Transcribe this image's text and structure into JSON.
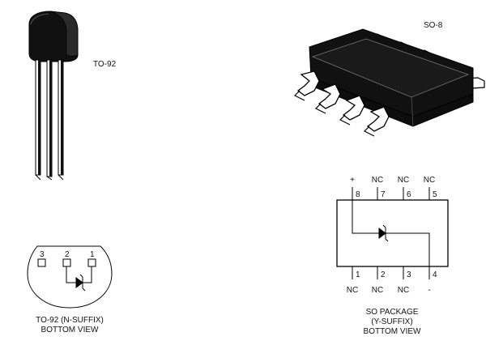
{
  "to92": {
    "label": "TO-92",
    "bottom_view_pins": [
      "3",
      "2",
      "1"
    ],
    "caption_line1": "TO-92 (N-SUFFIX)",
    "caption_line2": "BOTTOM VIEW"
  },
  "so8": {
    "label": "SO-8",
    "top_pins": [
      {
        "num": "8",
        "func": "+"
      },
      {
        "num": "7",
        "func": "NC"
      },
      {
        "num": "6",
        "func": "NC"
      },
      {
        "num": "5",
        "func": "NC"
      }
    ],
    "bottom_pins": [
      {
        "num": "1",
        "func": "NC"
      },
      {
        "num": "2",
        "func": "NC"
      },
      {
        "num": "3",
        "func": "NC"
      },
      {
        "num": "4",
        "func": "-"
      }
    ],
    "caption_line1": "SO PACKAGE",
    "caption_line2": "(Y-SUFFIX)",
    "caption_line3": "BOTTOM VIEW"
  }
}
